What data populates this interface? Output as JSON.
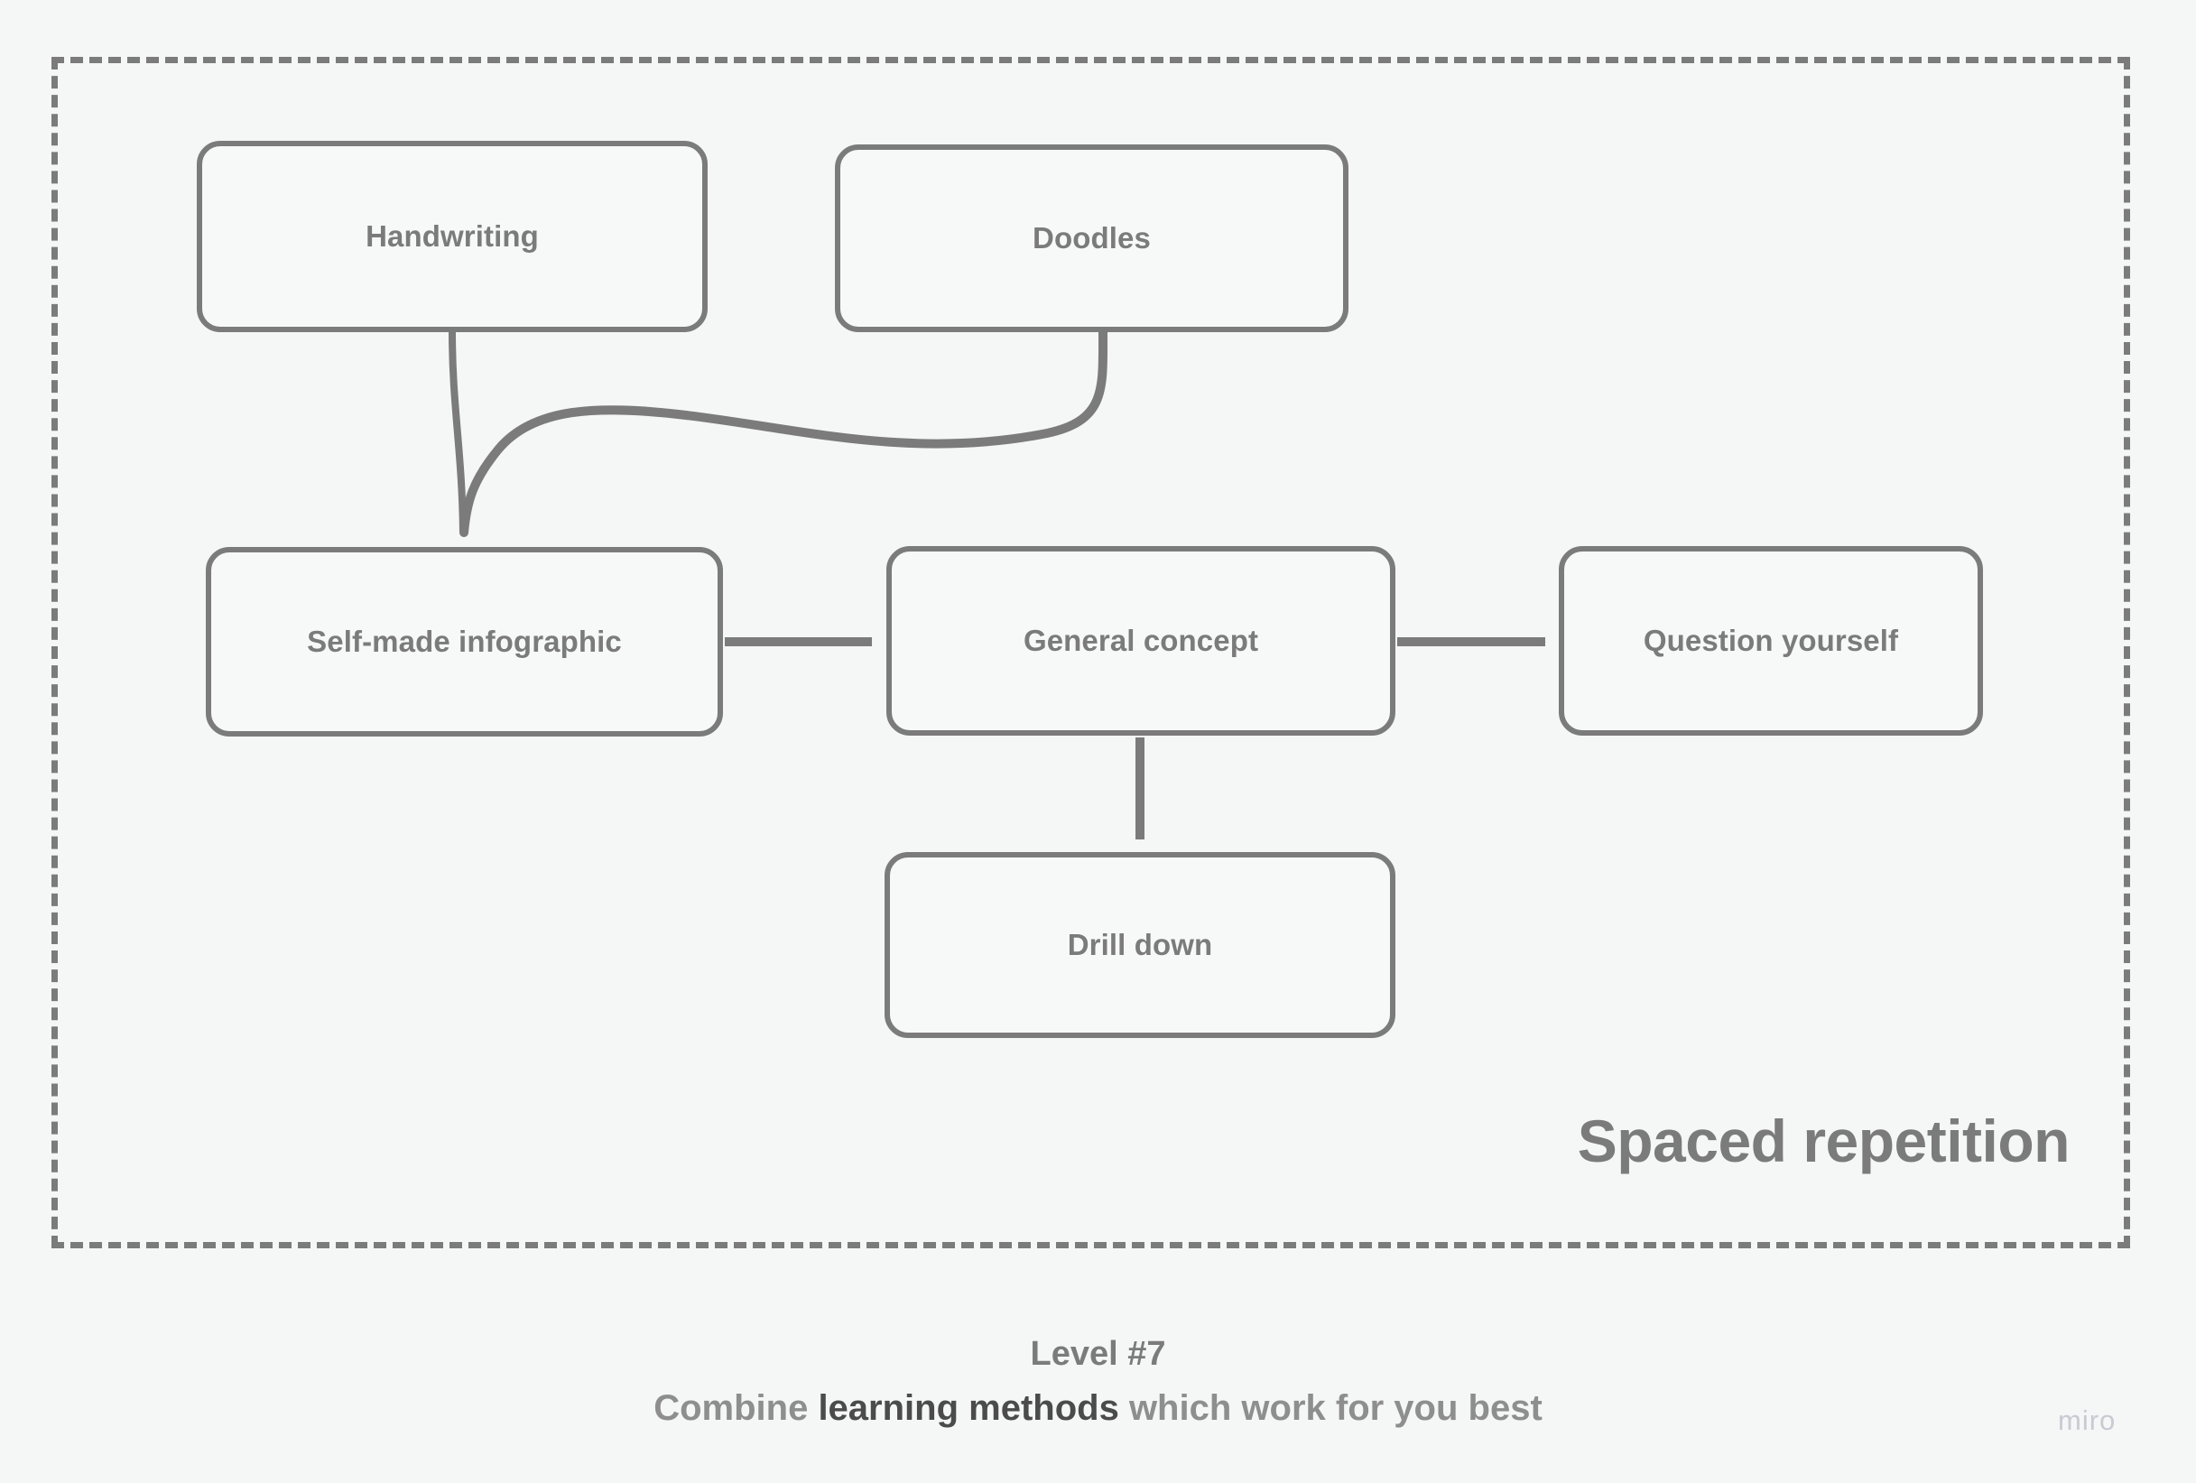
{
  "colors": {
    "background": "#f5f6f6",
    "stroke": "#7b7b7b",
    "node_fill": "#f7f8f8",
    "caption_primary": "#7b7b7b",
    "caption_secondary": "#8e8e8e",
    "caption_emphasis": "#4b4b4b",
    "watermark": "#c9cad2"
  },
  "group": {
    "title": "Spaced repetition",
    "border_style": "dashed"
  },
  "nodes": [
    {
      "id": "handwriting",
      "label": "Handwriting"
    },
    {
      "id": "doodles",
      "label": "Doodles"
    },
    {
      "id": "self-made",
      "label": "Self-made infographic"
    },
    {
      "id": "general-concept",
      "label": "General concept"
    },
    {
      "id": "question-yourself",
      "label": "Question yourself"
    },
    {
      "id": "drill-down",
      "label": "Drill down"
    }
  ],
  "edges": [
    {
      "from": "handwriting",
      "to": "self-made",
      "style": "curved-arrow"
    },
    {
      "from": "doodles",
      "to": "self-made",
      "style": "s-curve-arrow"
    },
    {
      "from": "self-made",
      "to": "general-concept",
      "style": "straight-arrow"
    },
    {
      "from": "general-concept",
      "to": "question-yourself",
      "style": "straight-arrow"
    },
    {
      "from": "general-concept",
      "to": "drill-down",
      "style": "straight-arrow"
    }
  ],
  "caption": {
    "level": "Level #7",
    "text_before": "Combine ",
    "text_emphasis": "learning methods",
    "text_after": " which work for you best"
  },
  "watermark": {
    "label": "miro"
  }
}
